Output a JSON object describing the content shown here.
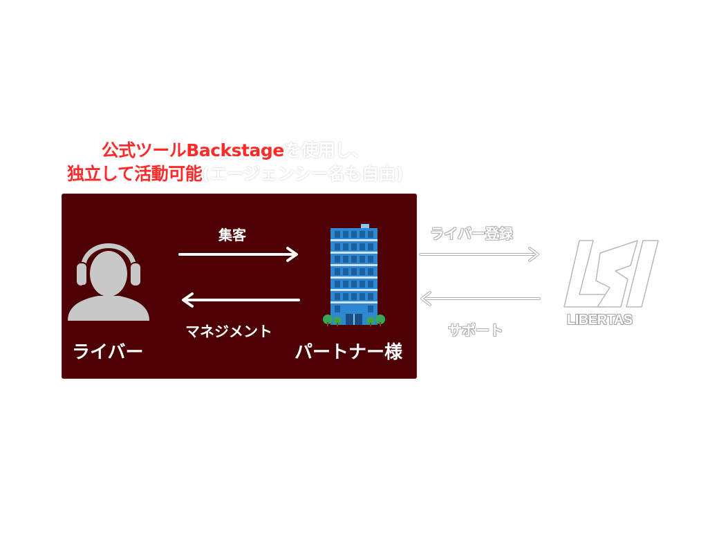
{
  "headline": {
    "line1_red": "公式ツールBackstage",
    "line1_white": "を使用し、",
    "line2_red": "独立して活動可能",
    "line2_white": "(エージェンシー名も自由)"
  },
  "diagram": {
    "liver_label": "ライバー",
    "partner_label": "パートナー様",
    "collect_label": "集客",
    "management_label": "マネジメント",
    "registration_label": "ライバー登録",
    "support_label": "サポート",
    "logo_text": "LIBERTAS"
  },
  "colors": {
    "panel_bg": "#4c0004",
    "headline_red": "#ff2a2a",
    "building_blue": "#2f86d1",
    "person_gray": "#c8c8c8"
  },
  "icons": {
    "liver": "headset-person-icon",
    "partner": "office-building-icon",
    "logo": "libertas-logo"
  }
}
